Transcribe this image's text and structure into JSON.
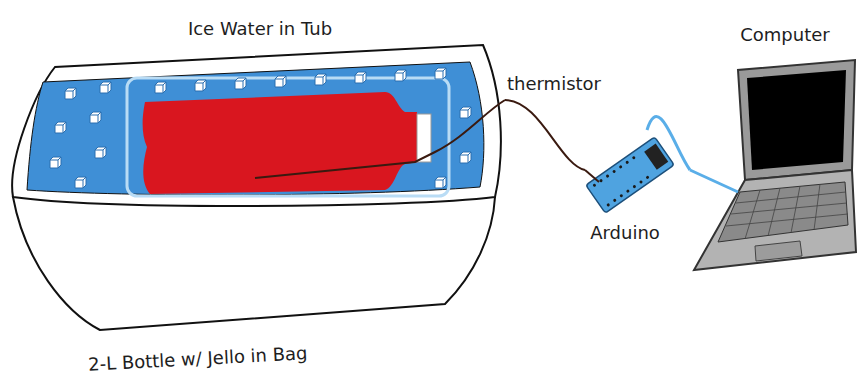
{
  "diagram": {
    "nodes": [
      {
        "text": [
          "Ice Water in Tub"
        ]
      },
      {
        "text": [
          "Arduino"
        ]
      },
      {
        "text": [
          "Computer"
        ]
      }
    ],
    "edges": [
      {
        "from": 0,
        "to": 1,
        "label": "thermistor",
        "arrow": "none"
      },
      {
        "from": 1,
        "to": 2,
        "arrow": "none"
      }
    ],
    "labels": [
      "2-L Bottle w/ Jello in Bag"
    ]
  }
}
